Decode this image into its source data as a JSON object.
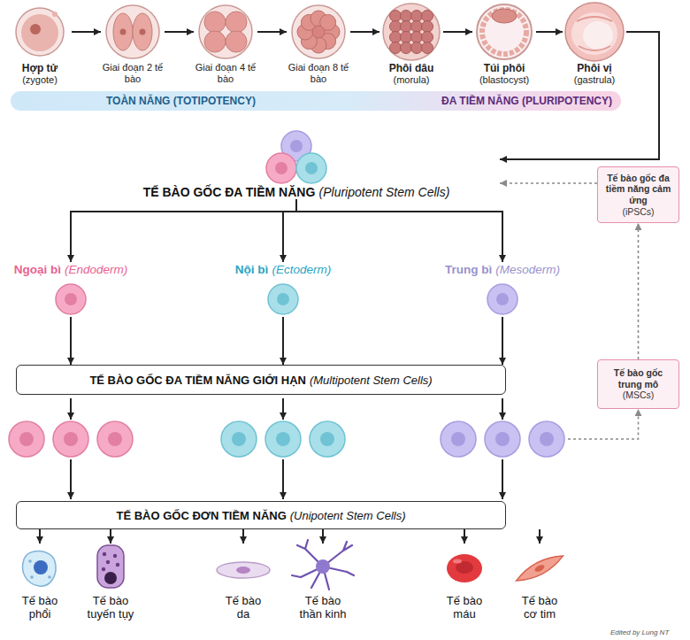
{
  "diagram": {
    "nodes": [
      {
        "text": [
          "Hợp tử",
          "(zygote)"
        ]
      },
      {
        "text": [
          "Giai đoạn 2 tế bào"
        ]
      },
      {
        "text": [
          "Giai đoạn 4 tế bào"
        ]
      },
      {
        "text": [
          "Giai đoạn 8 tế bào"
        ]
      },
      {
        "text": [
          "Phôi dâu",
          "(morula)"
        ]
      },
      {
        "text": [
          "Túi phôi",
          "(blastocyst)"
        ]
      },
      {
        "text": [
          "Phôi vị",
          "(gastrula)"
        ]
      },
      {
        "text": [
          "TOÀN NĂNG (TOTIPOTENCY)",
          "ĐA TIỀM NĂNG (PLURIPOTENCY)"
        ]
      },
      {
        "text": [
          "TẾ BÀO GỐC ĐA TIỀM NĂNG",
          "(Pluripotent Stem Cells)"
        ]
      },
      {
        "text": [
          "Tế bào gốc đa tiềm năng cảm ứng",
          "(iPSCs)"
        ]
      },
      {
        "text": [
          "Ngoại bì",
          "(Endoderm)"
        ]
      },
      {
        "text": [
          "Nội bì",
          "(Ectoderm)"
        ]
      },
      {
        "text": [
          "Trung bì",
          "(Mesoderm)"
        ]
      },
      {
        "text": [
          "TẾ BÀO GỐC ĐA TIỀM NĂNG GIỚI HẠN",
          "(Multipotent Stem Cells)"
        ]
      },
      {
        "text": [
          "Tế bào gốc trung mô",
          "(MSCs)"
        ]
      },
      {
        "text": [
          "TẾ BÀO GỐC ĐƠN TIỀM NĂNG",
          "(Unipotent Stem Cells)"
        ]
      },
      {
        "text": [
          "Tế bào phổi"
        ]
      },
      {
        "text": [
          "Tế bào tuyến tụy"
        ]
      },
      {
        "text": [
          "Tế bào da"
        ]
      },
      {
        "text": [
          "Tế bào thần kinh"
        ]
      },
      {
        "text": [
          "Tế bào máu"
        ]
      },
      {
        "text": [
          "Tế bào cơ tim"
        ]
      }
    ],
    "edges": [
      {
        "from": 0,
        "to": 1,
        "arrow": "to"
      },
      {
        "from": 1,
        "to": 2,
        "arrow": "to"
      },
      {
        "from": 2,
        "to": 3,
        "arrow": "to"
      },
      {
        "from": 3,
        "to": 4,
        "arrow": "to"
      },
      {
        "from": 4,
        "to": 5,
        "arrow": "to"
      },
      {
        "from": 5,
        "to": 6,
        "arrow": "to"
      },
      {
        "from": 6,
        "to": 8,
        "arrow": "to"
      },
      {
        "from": 9,
        "to": 8,
        "arrow": "to"
      },
      {
        "from": 8,
        "to": 10,
        "arrow": "to"
      },
      {
        "from": 8,
        "to": 11,
        "arrow": "to"
      },
      {
        "from": 8,
        "to": 12,
        "arrow": "to"
      },
      {
        "from": 10,
        "to": 13,
        "arrow": "to"
      },
      {
        "from": 11,
        "to": 13,
        "arrow": "to"
      },
      {
        "from": 12,
        "to": 13,
        "arrow": "to"
      },
      {
        "from": 14,
        "to": 9,
        "arrow": "to"
      },
      {
        "from": 15,
        "to": 16,
        "arrow": "to"
      },
      {
        "from": 15,
        "to": 17,
        "arrow": "to"
      },
      {
        "from": 15,
        "to": 18,
        "arrow": "to"
      },
      {
        "from": 15,
        "to": 19,
        "arrow": "to"
      },
      {
        "from": 15,
        "to": 20,
        "arrow": "to"
      },
      {
        "from": 15,
        "to": 21,
        "arrow": "to"
      }
    ],
    "labels": [
      "Edited by Lung NT"
    ]
  }
}
